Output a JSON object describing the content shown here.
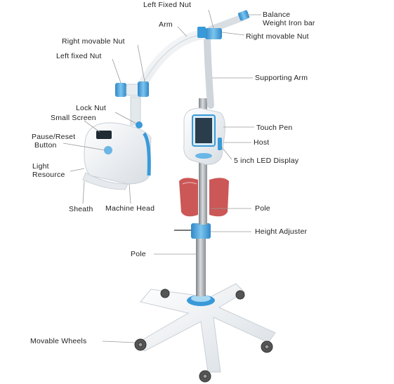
{
  "labels": {
    "left_fixed_nut_top": "Left Fixed Nut",
    "balance_weight": [
      "Balance",
      "Weight Iron bar"
    ],
    "arm": "Arm",
    "right_movable_nut_right": "Right movable Nut",
    "right_movable_nut_left": "Right movable Nut",
    "left_fixed_nut_left": "Left fixed Nut",
    "supporting_arm": "Supporting Arm",
    "lock_nut": "Lock Nut",
    "small_screen": "Small Screen",
    "touch_pen": "Touch Pen",
    "pause_reset": [
      "Pause/Reset",
      "Button"
    ],
    "host": "Host",
    "display": "5 inch LED Display",
    "light_resource": [
      "Light",
      "Resource"
    ],
    "sheath": "Sheath",
    "machine_head": "Machine Head",
    "pole_right": "Pole",
    "height_adjuster": "Height Adjuster",
    "pole_left": "Pole",
    "movable_wheels": "Movable Wheels"
  },
  "colors": {
    "accent_blue": "#3a9ad9",
    "light_blue": "#a9d8f2",
    "white_body": "#f4f6f8",
    "pole_grey": "#9ea3a8",
    "shield_red": "#c23a3a",
    "label_text": "#222222",
    "leader_line": "#9a9a9a"
  }
}
